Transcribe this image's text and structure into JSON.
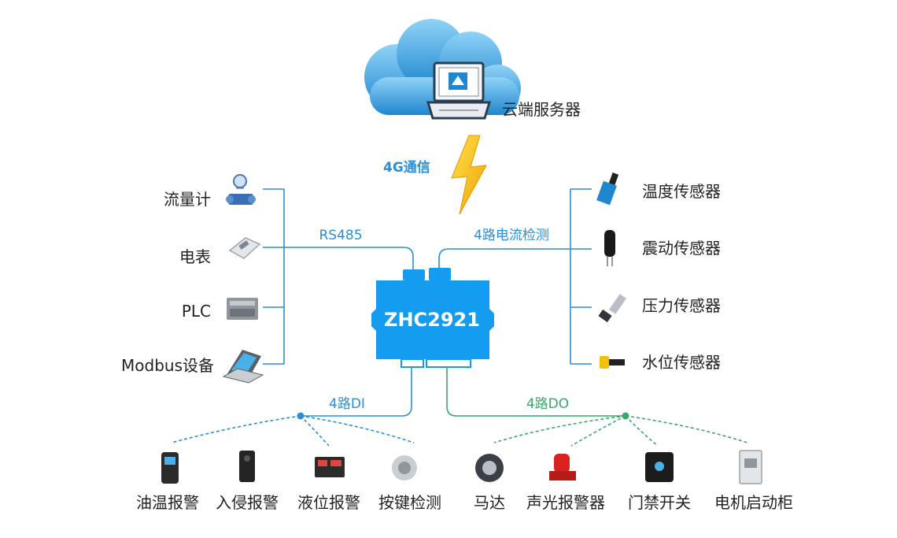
{
  "cloud": {
    "label": "云端服务器"
  },
  "link4g": {
    "label": "4G通信"
  },
  "device": {
    "label": "ZHC2921"
  },
  "buses": {
    "rs485": "RS485",
    "current": "4路电流检测",
    "di": "4路DI",
    "do": "4路DO"
  },
  "left_devices": [
    "流量计",
    "电表",
    "PLC",
    "Modbus设备"
  ],
  "right_sensors": [
    "温度传感器",
    "震动传感器",
    "压力传感器",
    "水位传感器"
  ],
  "di_devices": [
    "油温报警",
    "入侵报警",
    "液位报警",
    "按键检测"
  ],
  "do_devices": [
    "马达",
    "声光报警器",
    "门禁开关",
    "电机启动柜"
  ],
  "colors": {
    "blue": "#2a8fd6",
    "device": "#139cf0",
    "green": "#3ba86a",
    "bolt": "#f5b800",
    "text": "#222222"
  }
}
